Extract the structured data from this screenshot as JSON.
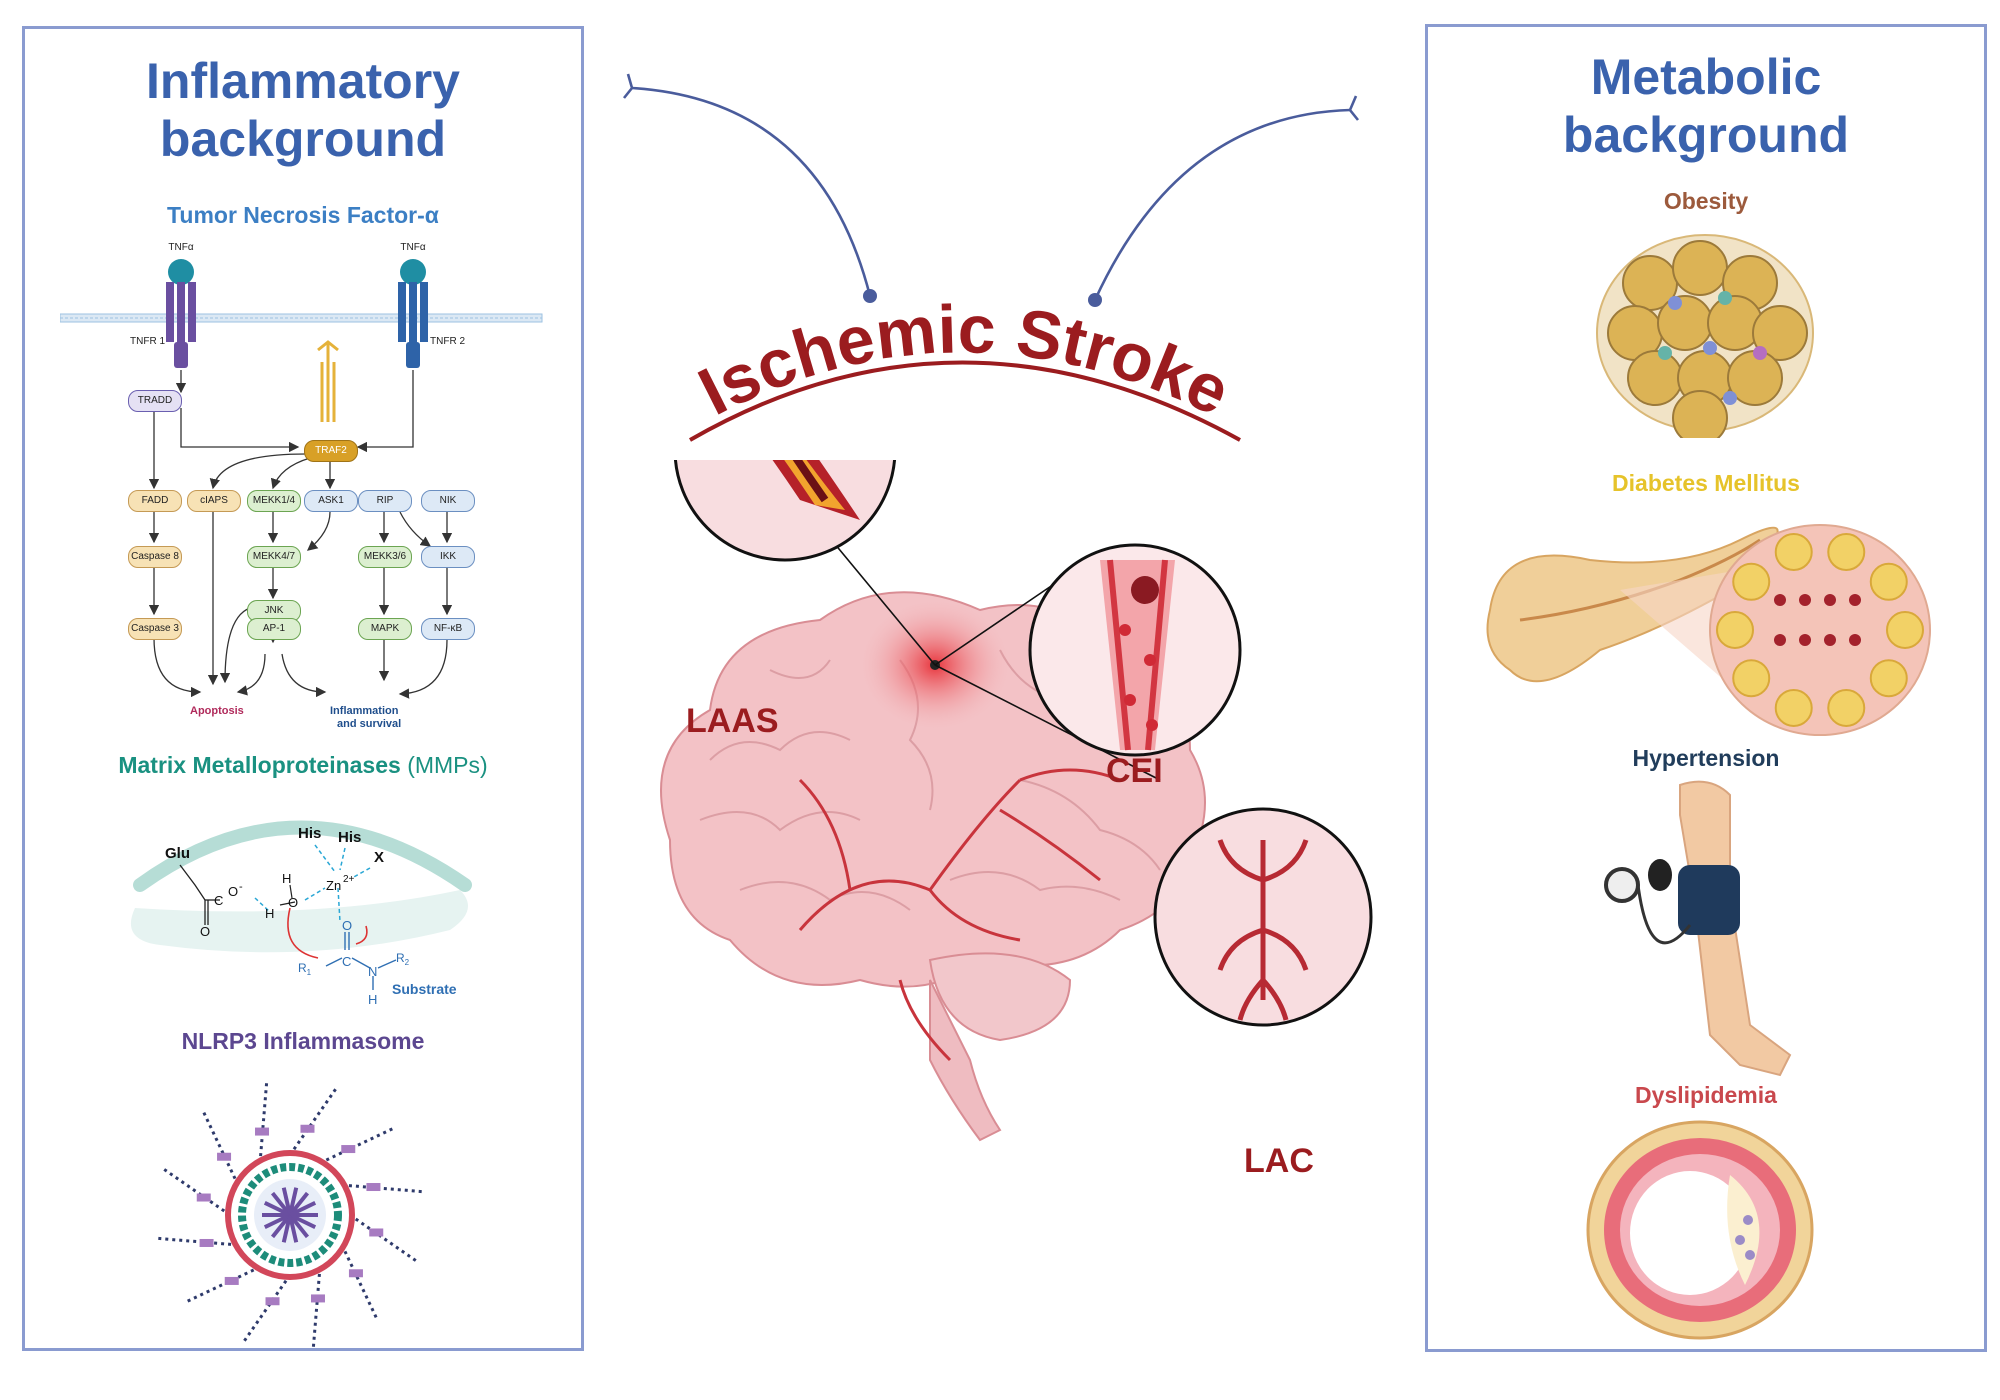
{
  "left_panel": {
    "title_line1": "Inflammatory",
    "title_line2": "background",
    "tnf": {
      "heading": "Tumor Necrosis Factor-α",
      "ligand1": "TNFα",
      "ligand2": "TNFα",
      "receptor1": "TNFR 1",
      "receptor2": "TNFR 2",
      "nodes": {
        "tradd": "TRADD",
        "traf2": "TRAF2",
        "fadd": "FADD",
        "ciaps": "cIAPS",
        "mekk14": "MEKK1/4",
        "ask1": "ASK1",
        "rip": "RIP",
        "nik": "NIK",
        "caspase8": "Caspase 8",
        "mekk47": "MEKK4/7",
        "mekk36": "MEKK3/6",
        "ikk": "IKK",
        "jnk": "JNK",
        "caspase3": "Caspase 3",
        "ap1": "AP-1",
        "mapk": "MAPK",
        "nfkb": "NF-κB"
      },
      "outcome_apoptosis": "Apoptosis",
      "outcome_inflammation_line1": "Inflammation",
      "outcome_inflammation_line2": "and survival"
    },
    "mmp": {
      "heading_main": "Matrix Metalloproteinases",
      "heading_abbr": "(MMPs)",
      "glu": "Glu",
      "his1": "His",
      "his2": "His",
      "x": "X",
      "zn": "Zn",
      "zn_charge": "2+",
      "h_top": "H",
      "h_bottom": "H",
      "o_water": "O",
      "o_carbox": "O",
      "o_minus": "O",
      "carbox_charge": "-",
      "c_label": "C",
      "o_sub": "O",
      "c_sub": "C",
      "n_sub": "N",
      "h_sub": "H",
      "r1": "R",
      "r1_sub": "1",
      "r2": "R",
      "r2_sub": "2",
      "substrate": "Substrate"
    },
    "nlrp3": {
      "heading": "NLRP3 Inflammasome"
    }
  },
  "center": {
    "title": "Ischemic Stroke",
    "laas": "LAAS",
    "cei": "CEI",
    "lac": "LAC"
  },
  "right_panel": {
    "title_line1": "Metabolic",
    "title_line2": "background",
    "obesity": "Obesity",
    "diabetes": "Diabetes Mellitus",
    "hypertension": "Hypertension",
    "dyslipidemia": "Dyslipidemia"
  },
  "colors": {
    "panel_border": "#8a9bd0",
    "panel_title": "#3a62ad",
    "tnf_heading": "#3c7fc4",
    "mmp_heading": "#1a9181",
    "nlrp3_heading": "#5c4790",
    "stroke_title": "#9b1c1f",
    "obesity": "#9c5a3c",
    "diabetes": "#e6c32a",
    "hypertension": "#213d5b",
    "dyslipidemia": "#c9484d",
    "connector": "#4a5c9c"
  }
}
